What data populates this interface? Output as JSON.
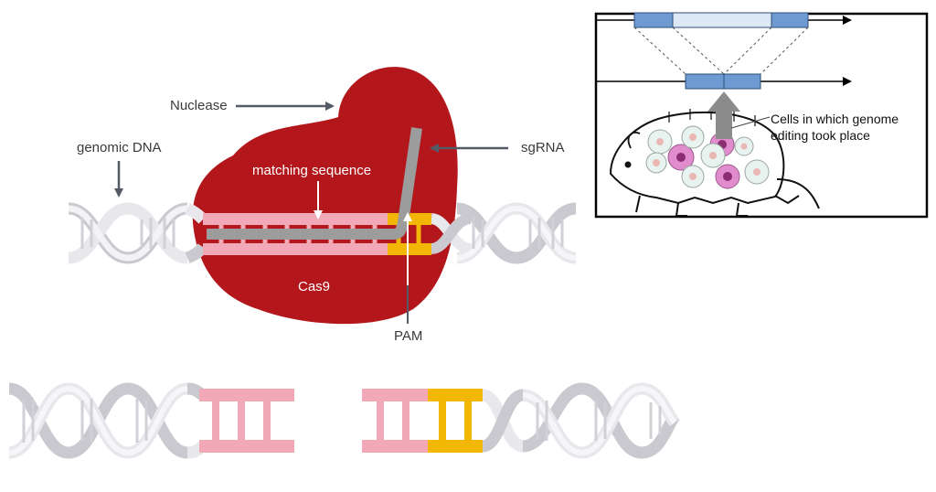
{
  "labels": {
    "nuclease": "Nuclease",
    "genomic_dna": "genomic DNA",
    "sgrna": "sgRNA",
    "matching_sequence": "matching sequence",
    "cas9": "Cas9",
    "pam": "PAM"
  },
  "inset": {
    "caption_line1": "Cells in which genome",
    "caption_line2": "editing took place"
  },
  "colors": {
    "cas9": "#b3171b",
    "target_strand": "#f1a9b8",
    "pam": "#f2b705",
    "sgrna": "#9c9c9c",
    "dna_backbone": "#e4e4e8",
    "inset_segment": "#6d9bd1",
    "inset_segment_light": "#dce8f5",
    "cell_edited": "#e08ccd",
    "cell_normal": "#e8f3ef"
  }
}
